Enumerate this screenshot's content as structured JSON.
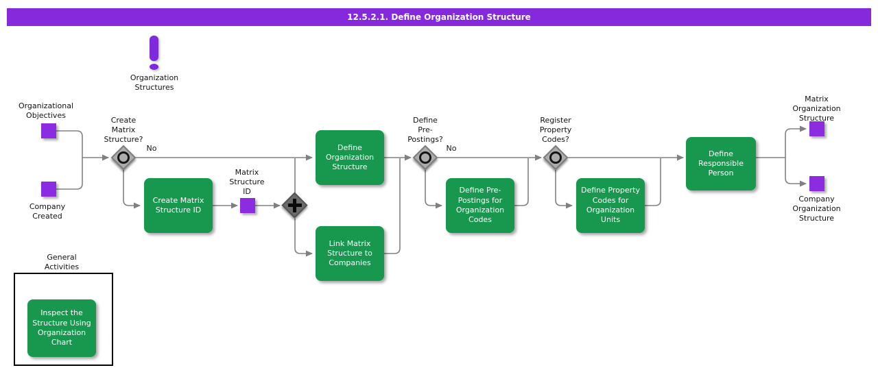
{
  "title": "12.5.2.1. Define Organization Structure",
  "colors": {
    "header_bar": "#8629DC",
    "event_square": "#8B2BE2",
    "activity_green": "#17984E",
    "activity_text": "#ffffff",
    "flow_line": "#808080",
    "gateway_fill": "#ACACAC",
    "parallel_gateway_fill": "#6B6B6B"
  },
  "nodes": {
    "org_structures_note": {
      "label": "Organization\nStructures"
    },
    "organizational_objectives": {
      "label": "Organizational\nObjectives"
    },
    "company_created": {
      "label": "Company\nCreated"
    },
    "gw_create_matrix": {
      "label": "Create\nMatrix\nStructure?",
      "no": "No"
    },
    "create_matrix_id": {
      "label": "Create Matrix\nStructure ID"
    },
    "matrix_structure_id": {
      "label": "Matrix\nStructure\nID"
    },
    "define_org_structure": {
      "label": "Define\nOrganization\nStructure"
    },
    "link_matrix": {
      "label": "Link Matrix\nStructure to\nCompanies"
    },
    "gw_pre_postings": {
      "label": "Define\nPre-\nPostings?",
      "no": "No"
    },
    "pre_postings": {
      "label": "Define Pre-\nPostings for\nOrganization\nCodes"
    },
    "gw_property_codes": {
      "label": "Register\nProperty\nCodes?"
    },
    "property_codes": {
      "label": "Define Property\nCodes for\nOrganization\nUnits"
    },
    "define_responsible": {
      "label": "Define\nResponsible\nPerson"
    },
    "matrix_org_structure": {
      "label": "Matrix\nOrganization\nStructure"
    },
    "company_org_structure": {
      "label": "Company\nOrganization\nStructure"
    },
    "general_activities": {
      "label": "General\nActivities"
    },
    "inspect_structure": {
      "label": "Inspect the\nStructure Using\nOrganization\nChart"
    }
  }
}
